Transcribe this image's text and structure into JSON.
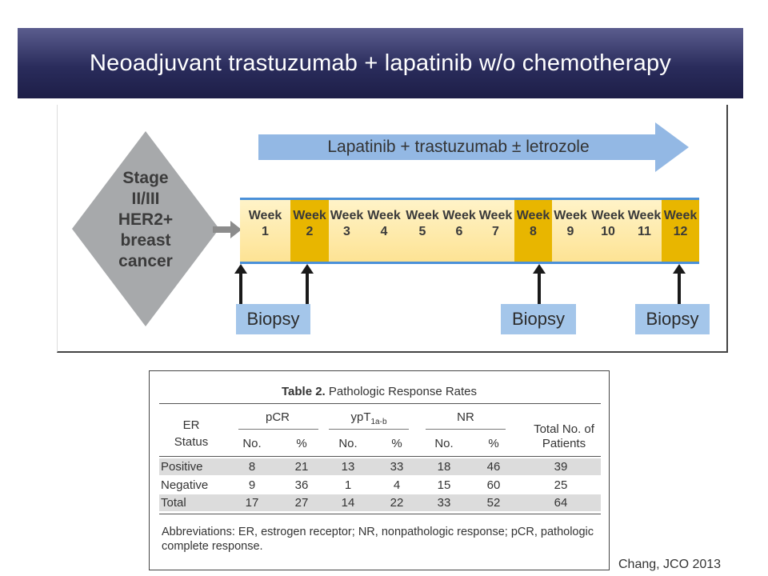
{
  "title": "Neoadjuvant trastuzumab + lapatinib w/o chemotherapy",
  "diagram": {
    "diamond_lines": [
      "Stage",
      "II/III",
      "HER2+",
      "breast",
      "cancer"
    ],
    "treatment_label": "Lapatinib + trastuzumab ± letrozole",
    "week_word": "Week",
    "weeks": [
      {
        "num": "1",
        "highlight": false
      },
      {
        "num": "2",
        "highlight": true
      },
      {
        "num": "3",
        "highlight": false
      },
      {
        "num": "4",
        "highlight": false
      },
      {
        "num": "5",
        "highlight": false
      },
      {
        "num": "6",
        "highlight": false
      },
      {
        "num": "7",
        "highlight": false
      },
      {
        "num": "8",
        "highlight": true
      },
      {
        "num": "9",
        "highlight": false
      },
      {
        "num": "10",
        "highlight": false
      },
      {
        "num": "11",
        "highlight": false
      },
      {
        "num": "12",
        "highlight": true
      }
    ],
    "biopsy_label": "Biopsy",
    "colors": {
      "arrow": "#93b8e4",
      "week_highlight": "#e8b600",
      "biopsy_box": "#a4c6ea",
      "diamond": "#a7a9ab"
    }
  },
  "table": {
    "title_prefix": "Table 2.",
    "title_rest": " Pathologic Response Rates",
    "er_status_line1": "ER",
    "er_status_line2": "Status",
    "group_pcr": "pCR",
    "group_ypt": "ypT",
    "group_ypt_sub": "1a-b",
    "group_nr": "NR",
    "total_line1": "Total No. of",
    "total_line2": "Patients",
    "sub_no": "No.",
    "sub_pct": "%",
    "rows": [
      {
        "label": "Positive",
        "pcr_no": "8",
        "pcr_pct": "21",
        "ypt_no": "13",
        "ypt_pct": "33",
        "nr_no": "18",
        "nr_pct": "46",
        "total": "39",
        "shaded": true
      },
      {
        "label": "Negative",
        "pcr_no": "9",
        "pcr_pct": "36",
        "ypt_no": "1",
        "ypt_pct": "4",
        "nr_no": "15",
        "nr_pct": "60",
        "total": "25",
        "shaded": false
      },
      {
        "label": "Total",
        "pcr_no": "17",
        "pcr_pct": "27",
        "ypt_no": "14",
        "ypt_pct": "22",
        "nr_no": "33",
        "nr_pct": "52",
        "total": "64",
        "shaded": true
      }
    ],
    "footnote": "Abbreviations: ER, estrogen receptor; NR, nonpathologic response; pCR, pathologic complete response."
  },
  "citation": "Chang, JCO 2013"
}
